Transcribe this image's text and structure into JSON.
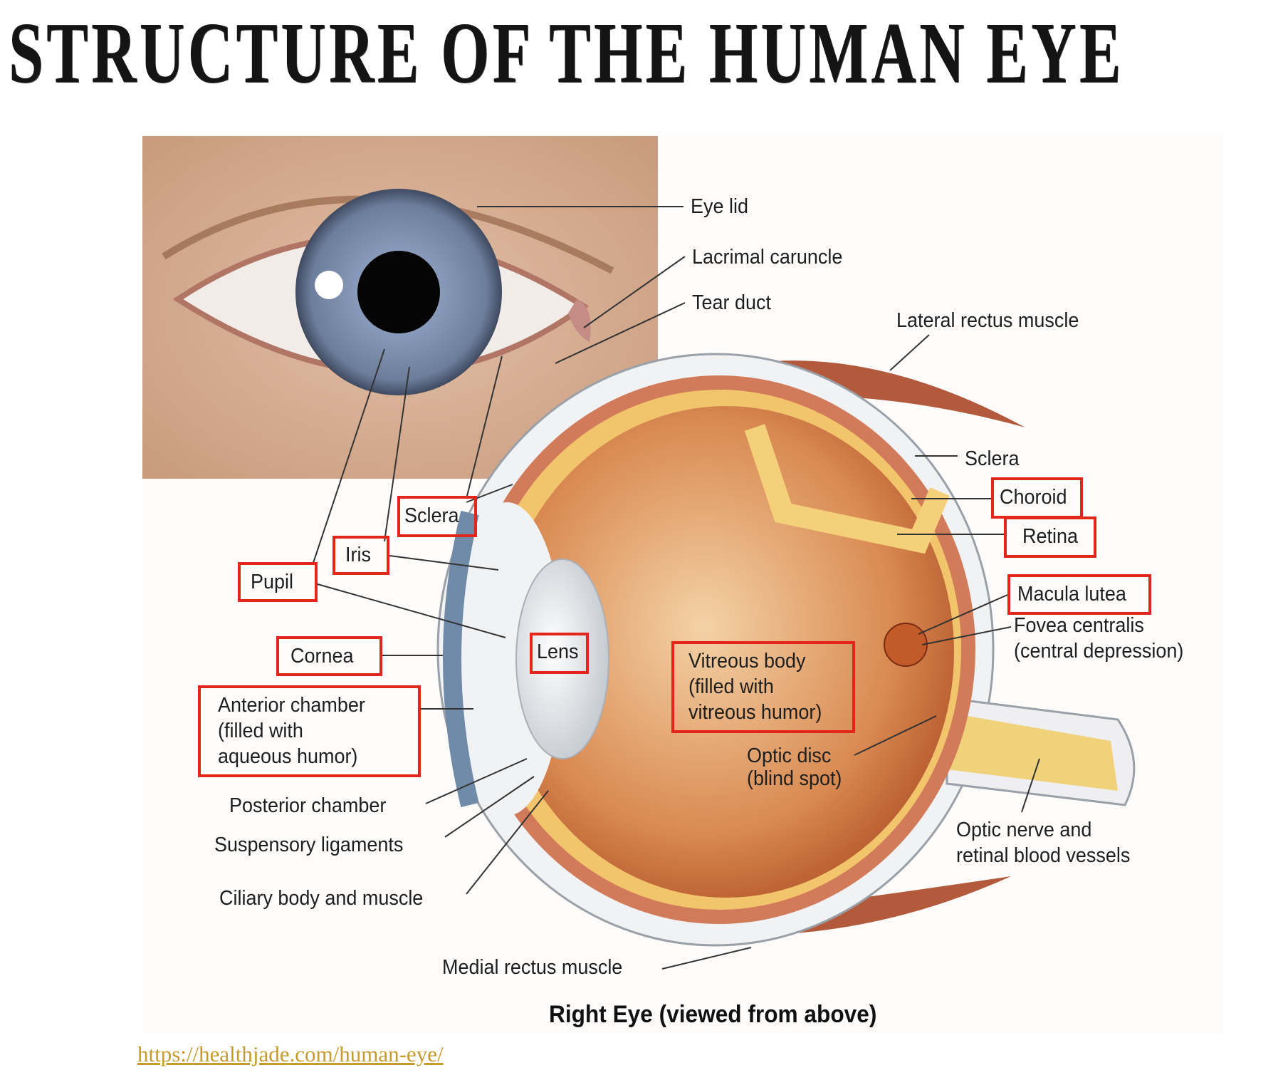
{
  "title": "STRUCTURE OF THE HUMAN EYE",
  "caption": "Right Eye (viewed from above)",
  "source_link": "https://healthjade.com/human-eye/",
  "colors": {
    "highlight_box": "#e3261b",
    "link": "#c79a2c"
  },
  "labels": {
    "eye_lid": "Eye lid",
    "lacrimal_caruncle": "Lacrimal caruncle",
    "tear_duct": "Tear duct",
    "lateral_rectus": "Lateral rectus muscle",
    "sclera_right": "Sclera",
    "choroid": "Choroid",
    "retina": "Retina",
    "macula_lutea": "Macula lutea",
    "fovea_1": "Fovea centralis",
    "fovea_2": "(central depression)",
    "sclera_left": "Sclera",
    "iris": "Iris",
    "pupil": "Pupil",
    "cornea": "Cornea",
    "lens": "Lens",
    "vitreous_1": "Vitreous body",
    "vitreous_2": "(filled with",
    "vitreous_3": "vitreous humor)",
    "anterior_1": "Anterior chamber",
    "anterior_2": "(filled with",
    "anterior_3": "aqueous humor)",
    "optic_disc_1": "Optic disc",
    "optic_disc_2": "(blind spot)",
    "posterior_chamber": "Posterior chamber",
    "suspensory": "Suspensory ligaments",
    "ciliary": "Ciliary body and muscle",
    "medial_rectus": "Medial rectus muscle",
    "optic_nerve_1": "Optic nerve and",
    "optic_nerve_2": "retinal blood vessels"
  }
}
